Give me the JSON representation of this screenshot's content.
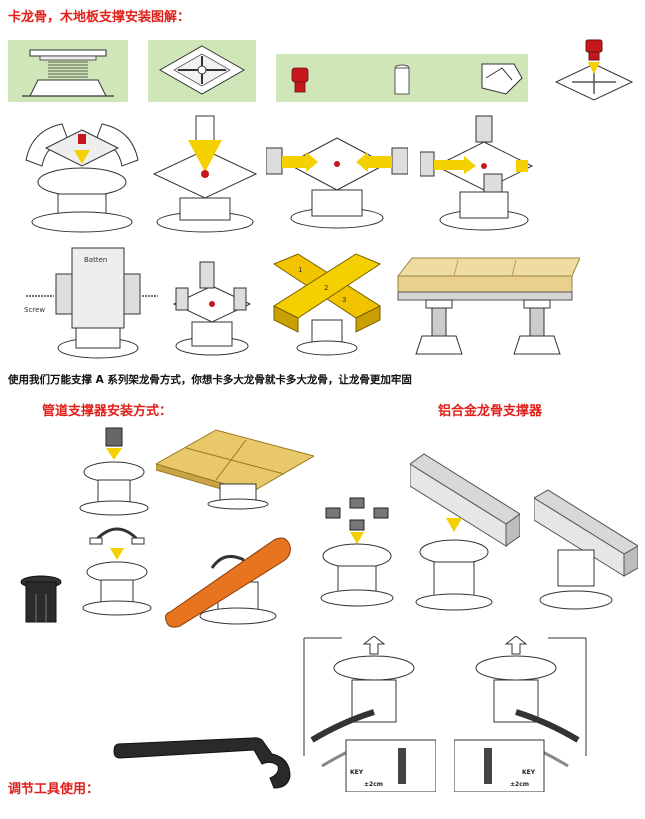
{
  "titles": {
    "main": "卡龙骨，木地板支撑安装图解：",
    "pipe": "管道支撑器安装方式：",
    "aluminum": "铝合金龙骨支撑器",
    "tool": "调节工具使用："
  },
  "note": "使用我们万能支撑 A 系列架龙骨方式，你想卡多大龙骨就卡多大龙骨，让龙骨更加牢固",
  "labels": {
    "batten": "Batten",
    "screw": "Screw",
    "beam_1": "1",
    "beam_2": "2",
    "beam_3": "3",
    "key_left": "KEY",
    "key_right": "KEY",
    "dim_left": "±2cm",
    "dim_right": "±2cm"
  },
  "colors": {
    "title_red": "#e0201a",
    "panel_green": "#cfe6b8",
    "arrow_yellow": "#f5d000",
    "wood": "#e9d08c",
    "pipe_orange": "#e8741f",
    "cap_red": "#c8161d"
  }
}
